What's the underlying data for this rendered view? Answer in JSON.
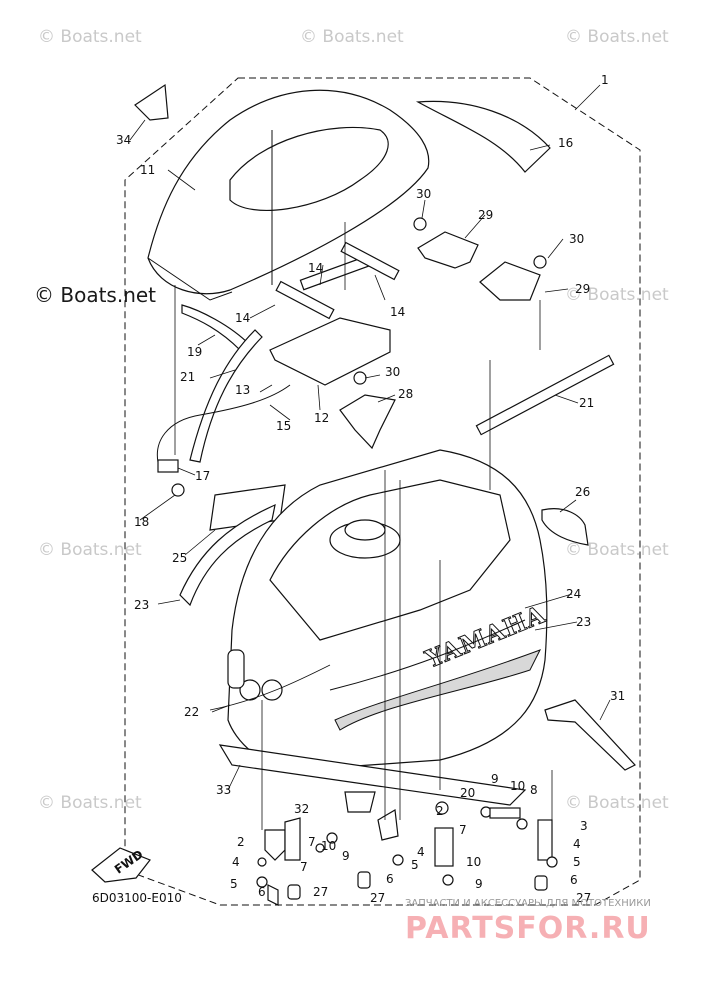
{
  "watermarks": {
    "faint": "© Boats.net",
    "dark": "© Boats.net"
  },
  "reference_code": "6D03100-E010",
  "direction_badge": "FWD",
  "brand_text": "YAMAHA",
  "footer": {
    "caption": "ЗАПЧАСТИ И АКСЕССУАРЫ ДЛЯ МОТОТЕХНИКИ",
    "logo": "PARTSFOR.RU"
  },
  "colors": {
    "ink": "#111111",
    "watermark": "#c9c9c9",
    "logo": "#f6b0b4"
  },
  "callouts": [
    "1",
    "2",
    "3",
    "4",
    "5",
    "6",
    "7",
    "8",
    "9",
    "10",
    "11",
    "12",
    "13",
    "14",
    "15",
    "16",
    "17",
    "18",
    "19",
    "20",
    "21",
    "22",
    "23",
    "24",
    "25",
    "26",
    "27",
    "28",
    "29",
    "30",
    "31",
    "32",
    "33",
    "34"
  ]
}
